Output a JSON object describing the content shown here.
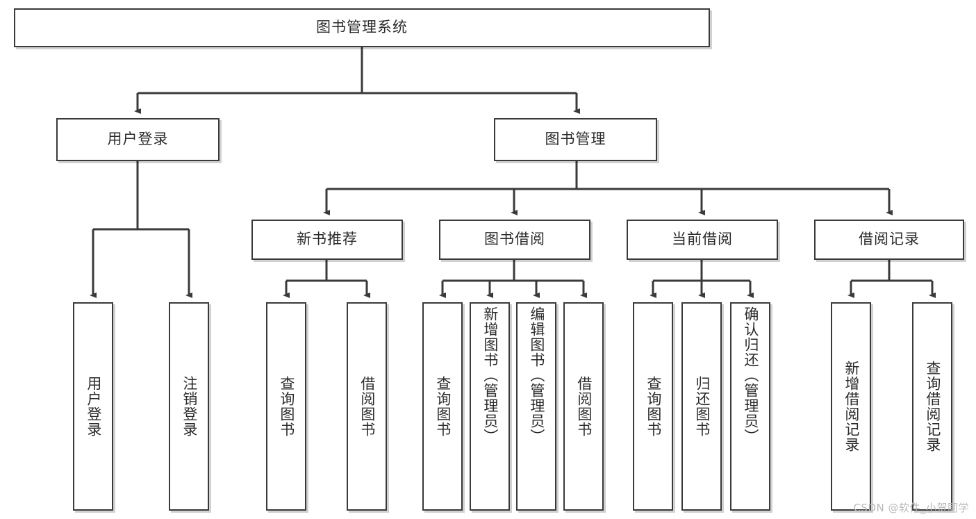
{
  "diagram": {
    "type": "tree-hierarchy-chart",
    "title": "图书管理系统",
    "style": {
      "border_color": "#3a3a3a",
      "fill_color": "#ffffff",
      "text_color": "#2b2b2b",
      "connector_color": "#3a3a3a",
      "background": "#ffffff"
    },
    "nodes": {
      "root": {
        "label": "图书管理系统",
        "level": 1
      },
      "level2": [
        {
          "id": "user-login",
          "label": "用户登录"
        },
        {
          "id": "book-management",
          "label": "图书管理"
        }
      ],
      "level3": [
        {
          "id": "new-book-recommend",
          "label": "新书推荐"
        },
        {
          "id": "book-borrow",
          "label": "图书借阅"
        },
        {
          "id": "current-borrow",
          "label": "当前借阅"
        },
        {
          "id": "borrow-record",
          "label": "借阅记录"
        }
      ],
      "leaves": {
        "user-login": [
          {
            "id": "leaf-user-login",
            "label": "用户登录"
          },
          {
            "id": "leaf-logout-login",
            "label": "注销登录"
          }
        ],
        "new-book-recommend": [
          {
            "id": "leaf-query-book-1",
            "label": "查询图书"
          },
          {
            "id": "leaf-borrow-book-1",
            "label": "借阅图书"
          }
        ],
        "book-borrow": [
          {
            "id": "leaf-query-book-2",
            "label": "查询图书"
          },
          {
            "id": "leaf-add-book",
            "label": "新增图书（管理员）"
          },
          {
            "id": "leaf-edit-book",
            "label": "编辑图书（管理员）"
          },
          {
            "id": "leaf-borrow-book-2",
            "label": "借阅图书"
          }
        ],
        "current-borrow": [
          {
            "id": "leaf-query-book-3",
            "label": "查询图书"
          },
          {
            "id": "leaf-return-book",
            "label": "归还图书"
          },
          {
            "id": "leaf-confirm-return",
            "label": "确认归还（管理员）"
          }
        ],
        "borrow-record": [
          {
            "id": "leaf-add-record",
            "label": "新增借阅记录"
          },
          {
            "id": "leaf-query-record",
            "label": "查询借阅记录"
          }
        ]
      }
    },
    "watermark": "CSDN @软件_小贺同学"
  }
}
